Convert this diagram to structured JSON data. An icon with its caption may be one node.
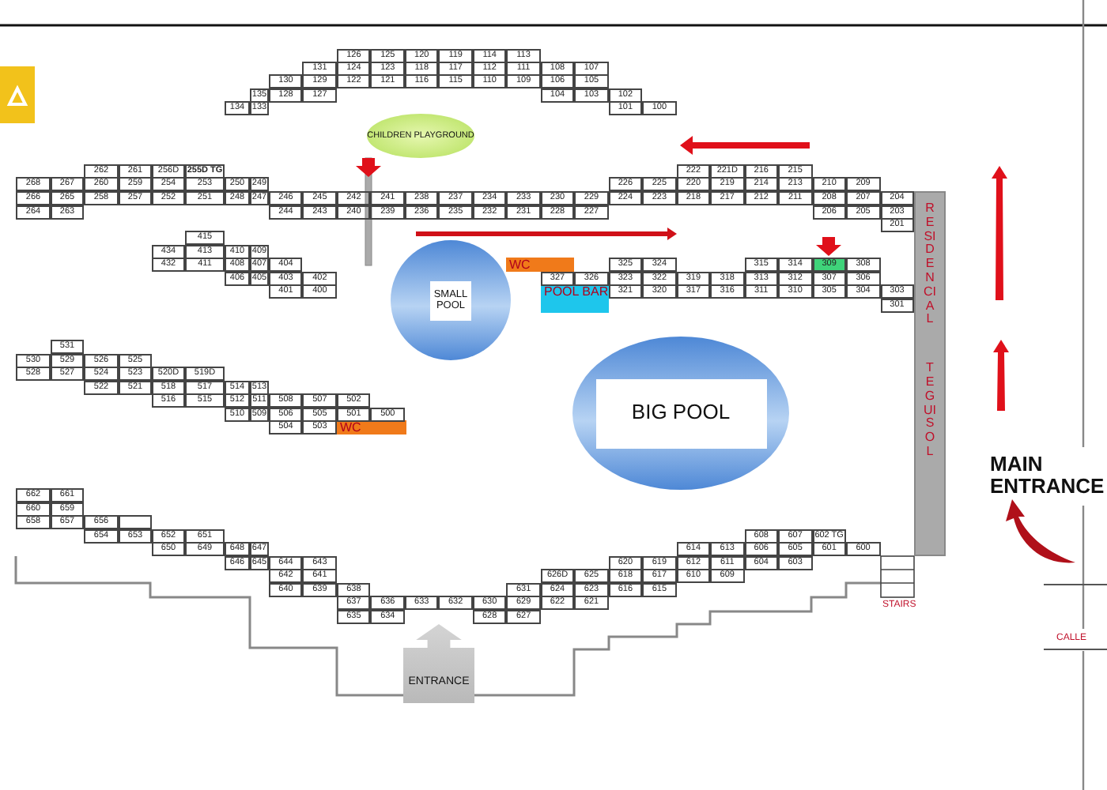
{
  "diagram": {
    "nodes": [
      {
        "text": [
          "CHILDREN PLAYGROUND"
        ]
      },
      {
        "text": [
          "SMALL POOL"
        ]
      },
      {
        "text": [
          "WC"
        ]
      },
      {
        "text": [
          "POOL BAR"
        ]
      },
      {
        "text": [
          "BIG POOL"
        ]
      },
      {
        "text": [
          "WC"
        ]
      },
      {
        "text": [
          "RESIDENCIAL",
          "TEGUISOL"
        ]
      },
      {
        "text": [
          "ENTRANCE"
        ]
      }
    ],
    "labels": [
      "126",
      "125",
      "120",
      "119",
      "114",
      "113",
      "131",
      "124",
      "123",
      "118",
      "117",
      "112",
      "111",
      "108",
      "107",
      "130",
      "129",
      "122",
      "121",
      "116",
      "115",
      "110",
      "109",
      "106",
      "105",
      "135",
      "128",
      "127",
      "104",
      "103",
      "102",
      "134",
      "133",
      "101",
      "100",
      "262",
      "261",
      "256D",
      "255D TG",
      "222",
      "221D",
      "216",
      "215",
      "268",
      "267",
      "260",
      "259",
      "254",
      "253",
      "250",
      "249",
      "226",
      "225",
      "220",
      "219",
      "214",
      "213",
      "210",
      "209",
      "266",
      "265",
      "258",
      "257",
      "252",
      "251",
      "248",
      "247",
      "246",
      "245",
      "242",
      "241",
      "238",
      "237",
      "234",
      "233",
      "230",
      "229",
      "224",
      "223",
      "218",
      "217",
      "212",
      "211",
      "208",
      "207",
      "204",
      "264",
      "263",
      "244",
      "243",
      "240",
      "239",
      "236",
      "235",
      "232",
      "231",
      "228",
      "227",
      "206",
      "205",
      "203",
      "201",
      "415",
      "434",
      "413",
      "410",
      "409",
      "432",
      "411",
      "408",
      "407",
      "404",
      "325",
      "324",
      "315",
      "314",
      "309",
      "308",
      "406",
      "405",
      "403",
      "402",
      "327",
      "326",
      "323",
      "322",
      "319",
      "318",
      "313",
      "312",
      "307",
      "306",
      "401",
      "400",
      "321",
      "320",
      "317",
      "316",
      "311",
      "310",
      "305",
      "304",
      "303",
      "301",
      "531",
      "530",
      "529",
      "526",
      "525",
      "528",
      "527",
      "524",
      "523",
      "520D",
      "519D",
      "522",
      "521",
      "518",
      "517",
      "514",
      "513",
      "516",
      "515",
      "512",
      "511",
      "508",
      "507",
      "502",
      "510",
      "509",
      "506",
      "505",
      "501",
      "500",
      "504",
      "503",
      "662",
      "661",
      "660",
      "659",
      "658",
      "657",
      "656",
      "654",
      "653",
      "652",
      "651",
      "608",
      "607",
      "602 TG",
      "650",
      "649",
      "648",
      "647",
      "614",
      "613",
      "606",
      "605",
      "601",
      "600",
      "646",
      "645",
      "644",
      "643",
      "620",
      "619",
      "612",
      "611",
      "604",
      "603",
      "642",
      "641",
      "626D",
      "625",
      "618",
      "617",
      "610",
      "609",
      "640",
      "639",
      "638",
      "631",
      "624",
      "623",
      "616",
      "615",
      "637",
      "636",
      "633",
      "632",
      "630",
      "629",
      "622",
      "621",
      "635",
      "634",
      "628",
      "627",
      "MAIN ENTRANCE",
      "STAIRS",
      "CALLE"
    ]
  }
}
